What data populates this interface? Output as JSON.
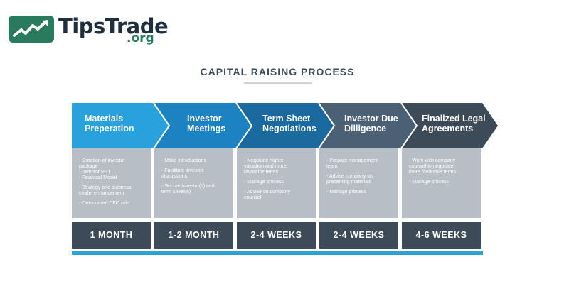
{
  "logo": {
    "name": "TipsTrade",
    "domain": ".org",
    "colors": {
      "mark": "#2a7a5e",
      "text": "#1f2f3f"
    }
  },
  "title": "CAPITAL RAISING PROCESS",
  "stages": [
    {
      "title": "Materials\nPreperation",
      "color": "#29a1dc",
      "items": [
        "- Creation of investor\n  package\n  - Investor PPT\n  - Financial Model",
        "- Strategy and business\n  model enhancement",
        "- Outsourced CFO role"
      ],
      "duration": "1 MONTH"
    },
    {
      "title": "Investor\nMeetings",
      "color": "#1c82c2",
      "items": [
        "- Make introductions",
        "- Facilitate investor\n  discussions",
        "- Secure investor(s) and\n  term sheet(s)"
      ],
      "duration": "1-2 MONTH"
    },
    {
      "title": "Term Sheet\nNegotiations",
      "color": "#1a6aa0",
      "items": [
        "- Negotiate higher\n  valuation and more\n  favorable terms",
        "- Manage process",
        "- Advise on company\n  counsel"
      ],
      "duration": "2-4 WEEKS"
    },
    {
      "title": "Investor Due\nDilligence",
      "color": "#4b6074",
      "items": [
        "- Prepare management\n  team",
        "- Advise company on\n  presenting materials",
        "- Manage process"
      ],
      "duration": "2-4 WEEKS"
    },
    {
      "title": "Finalized Legal\nAgreements",
      "color": "#3d4a57",
      "items": [
        "- Work with company\n  counsel to negotiate\n  more favorable terms",
        "- Manage process"
      ],
      "duration": "4-6 WEEKS"
    }
  ],
  "colors": {
    "panel": "#b8bec5",
    "duration": "#3d4a57",
    "baseline": "#2aa3dc"
  }
}
